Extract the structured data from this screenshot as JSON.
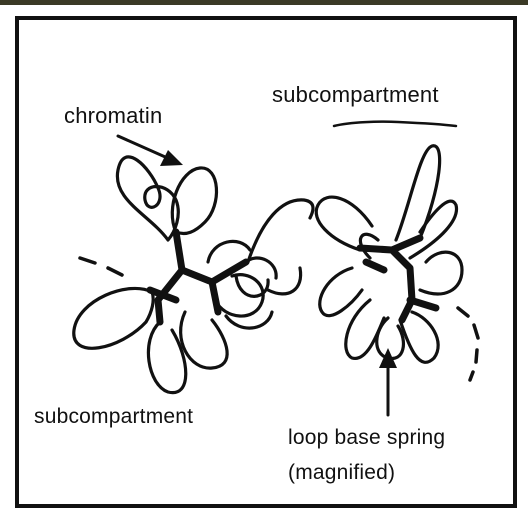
{
  "figure": {
    "labels": {
      "chromatin": "chromatin",
      "subcompartment_top": "subcompartment",
      "subcompartment_bottom": "subcompartment",
      "loop_base_spring": "loop base spring",
      "magnified": "(magnified)"
    },
    "colors": {
      "frame": "#111111",
      "ink": "#111111",
      "header_band": "#3b3a26",
      "background": "#ffffff"
    }
  }
}
